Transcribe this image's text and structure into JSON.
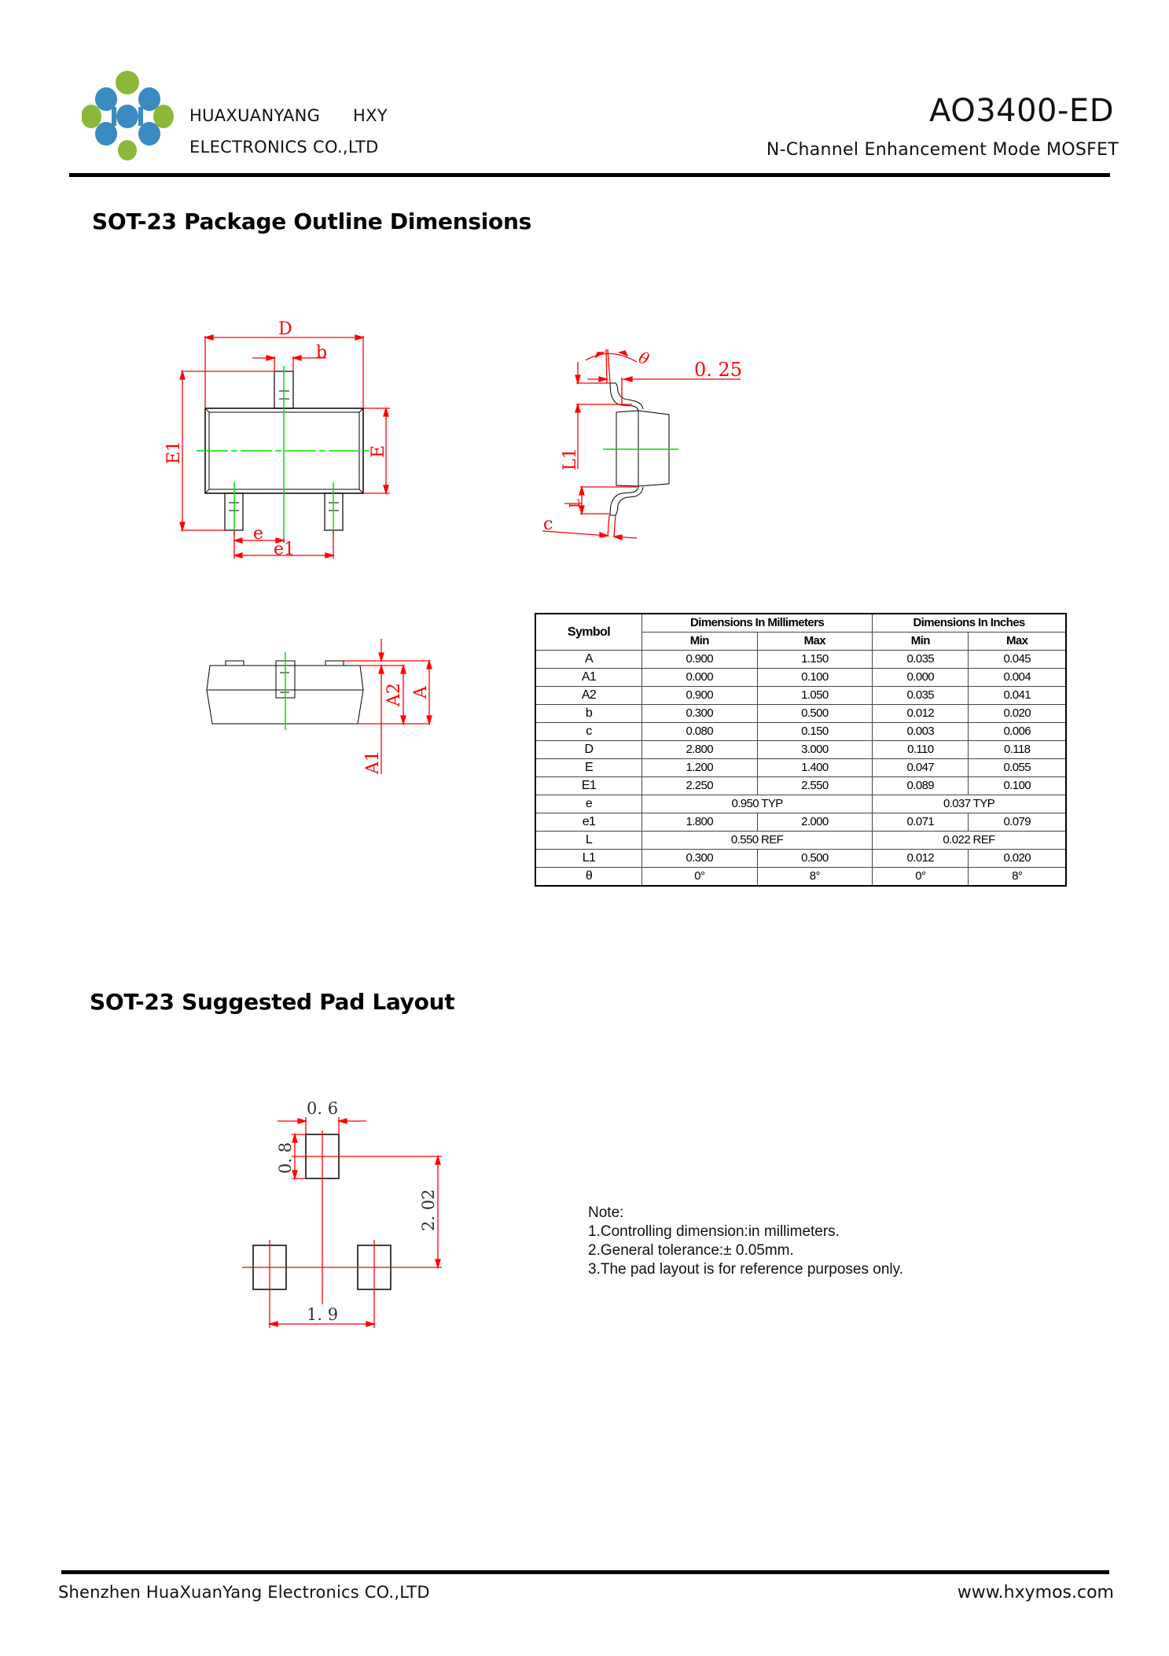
{
  "header": {
    "company_line1": "HUAXUANYANG      HXY",
    "company_line2": "ELECTRONICS CO.,LTD",
    "part_number": "AO3400-ED",
    "part_description": "N-Channel Enhancement Mode MOSFET",
    "logo": {
      "icon": "hxy-dots-logo-icon",
      "green": "#8cb83a",
      "blue": "#3a8bc2"
    }
  },
  "section1": {
    "title": "SOT-23 Package Outline Dimensions",
    "top_view_labels": {
      "D": "D",
      "b": "b",
      "E1": "E1",
      "E": "E",
      "e": "e",
      "e1": "e1"
    },
    "side_view_labels": {
      "theta": "θ",
      "gauge": "0. 25",
      "L1": "L1",
      "L": "L",
      "c": "c"
    },
    "front_view_labels": {
      "A": "A",
      "A1": "A1",
      "A2": "A2"
    }
  },
  "table": {
    "header": {
      "symbol": "Symbol",
      "mm": "Dimensions In Millimeters",
      "inch": "Dimensions In Inches",
      "min": "Min",
      "max": "Max"
    },
    "rows": [
      {
        "symbol": "A",
        "mm_min": "0.900",
        "mm_max": "1.150",
        "in_min": "0.035",
        "in_max": "0.045"
      },
      {
        "symbol": "A1",
        "mm_min": "0.000",
        "mm_max": "0.100",
        "in_min": "0.000",
        "in_max": "0.004"
      },
      {
        "symbol": "A2",
        "mm_min": "0.900",
        "mm_max": "1.050",
        "in_min": "0.035",
        "in_max": "0.041"
      },
      {
        "symbol": "b",
        "mm_min": "0.300",
        "mm_max": "0.500",
        "in_min": "0.012",
        "in_max": "0.020"
      },
      {
        "symbol": "c",
        "mm_min": "0.080",
        "mm_max": "0.150",
        "in_min": "0.003",
        "in_max": "0.006"
      },
      {
        "symbol": "D",
        "mm_min": "2.800",
        "mm_max": "3.000",
        "in_min": "0.110",
        "in_max": "0.118"
      },
      {
        "symbol": "E",
        "mm_min": "1.200",
        "mm_max": "1.400",
        "in_min": "0.047",
        "in_max": "0.055"
      },
      {
        "symbol": "E1",
        "mm_min": "2.250",
        "mm_max": "2.550",
        "in_min": "0.089",
        "in_max": "0.100"
      },
      {
        "symbol": "e",
        "mm_typ": "0.950 TYP",
        "in_typ": "0.037 TYP"
      },
      {
        "symbol": "e1",
        "mm_min": "1.800",
        "mm_max": "2.000",
        "in_min": "0.071",
        "in_max": "0.079"
      },
      {
        "symbol": "L",
        "mm_typ": "0.550 REF",
        "in_typ": "0.022 REF"
      },
      {
        "symbol": "L1",
        "mm_min": "0.300",
        "mm_max": "0.500",
        "in_min": "0.012",
        "in_max": "0.020"
      },
      {
        "symbol": "θ",
        "mm_min": "0°",
        "mm_max": "8°",
        "in_min": "0°",
        "in_max": "8°"
      }
    ]
  },
  "section2": {
    "title": "SOT-23 Suggested Pad Layout",
    "pad_labels": {
      "width": "0. 6",
      "height": "0. 8",
      "vertical_pitch": "2. 02",
      "horizontal_pitch": "1. 9"
    }
  },
  "notes": {
    "title": "Note:",
    "items": [
      "1.Controlling dimension:in  millimeters.",
      "2.General tolerance:± 0.05mm.",
      "3.The pad layout is for reference purposes only."
    ]
  },
  "footer": {
    "company": "Shenzhen HuaXuanYang Electronics CO.,LTD",
    "website": "www.hxymos.com"
  },
  "colors": {
    "dimension_red": "#ff0000",
    "centerline_green": "#00e000",
    "outline": "#000000"
  }
}
